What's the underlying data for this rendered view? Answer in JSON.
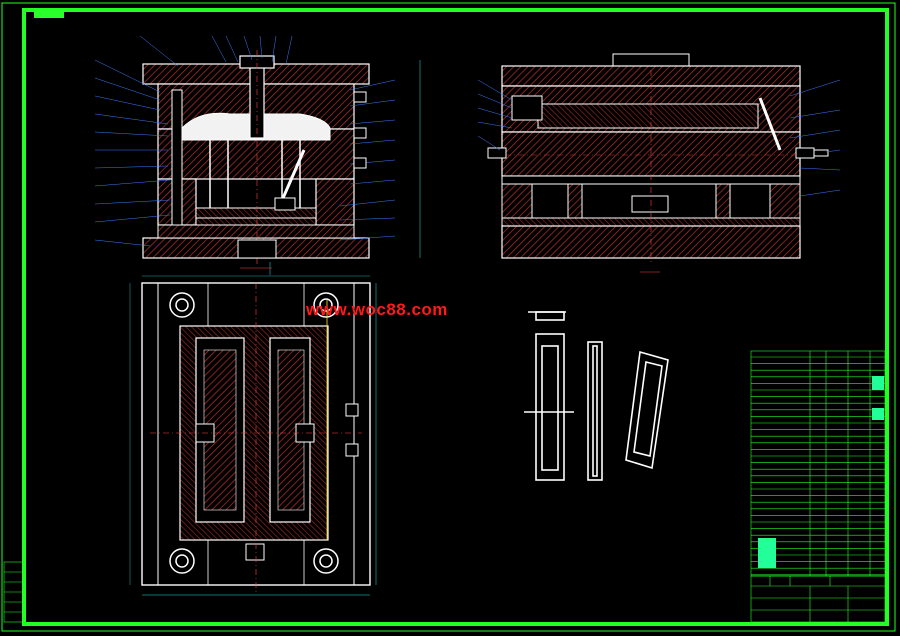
{
  "watermark": "www.woc88.com",
  "colors": {
    "border": "#22ff22",
    "outline": "#ffffff",
    "hatch": "#c0392b",
    "dim": "#22e0e0",
    "leader": "#3a7bff",
    "bom": "#22ff22",
    "bom_fill": "#22ff99",
    "center": "#ff4444",
    "note": "#4dc3ff"
  },
  "views": {
    "front_section": "front-section-view",
    "side_section": "side-section-view",
    "plan": "plan-view",
    "part": "part-isometric-view"
  }
}
